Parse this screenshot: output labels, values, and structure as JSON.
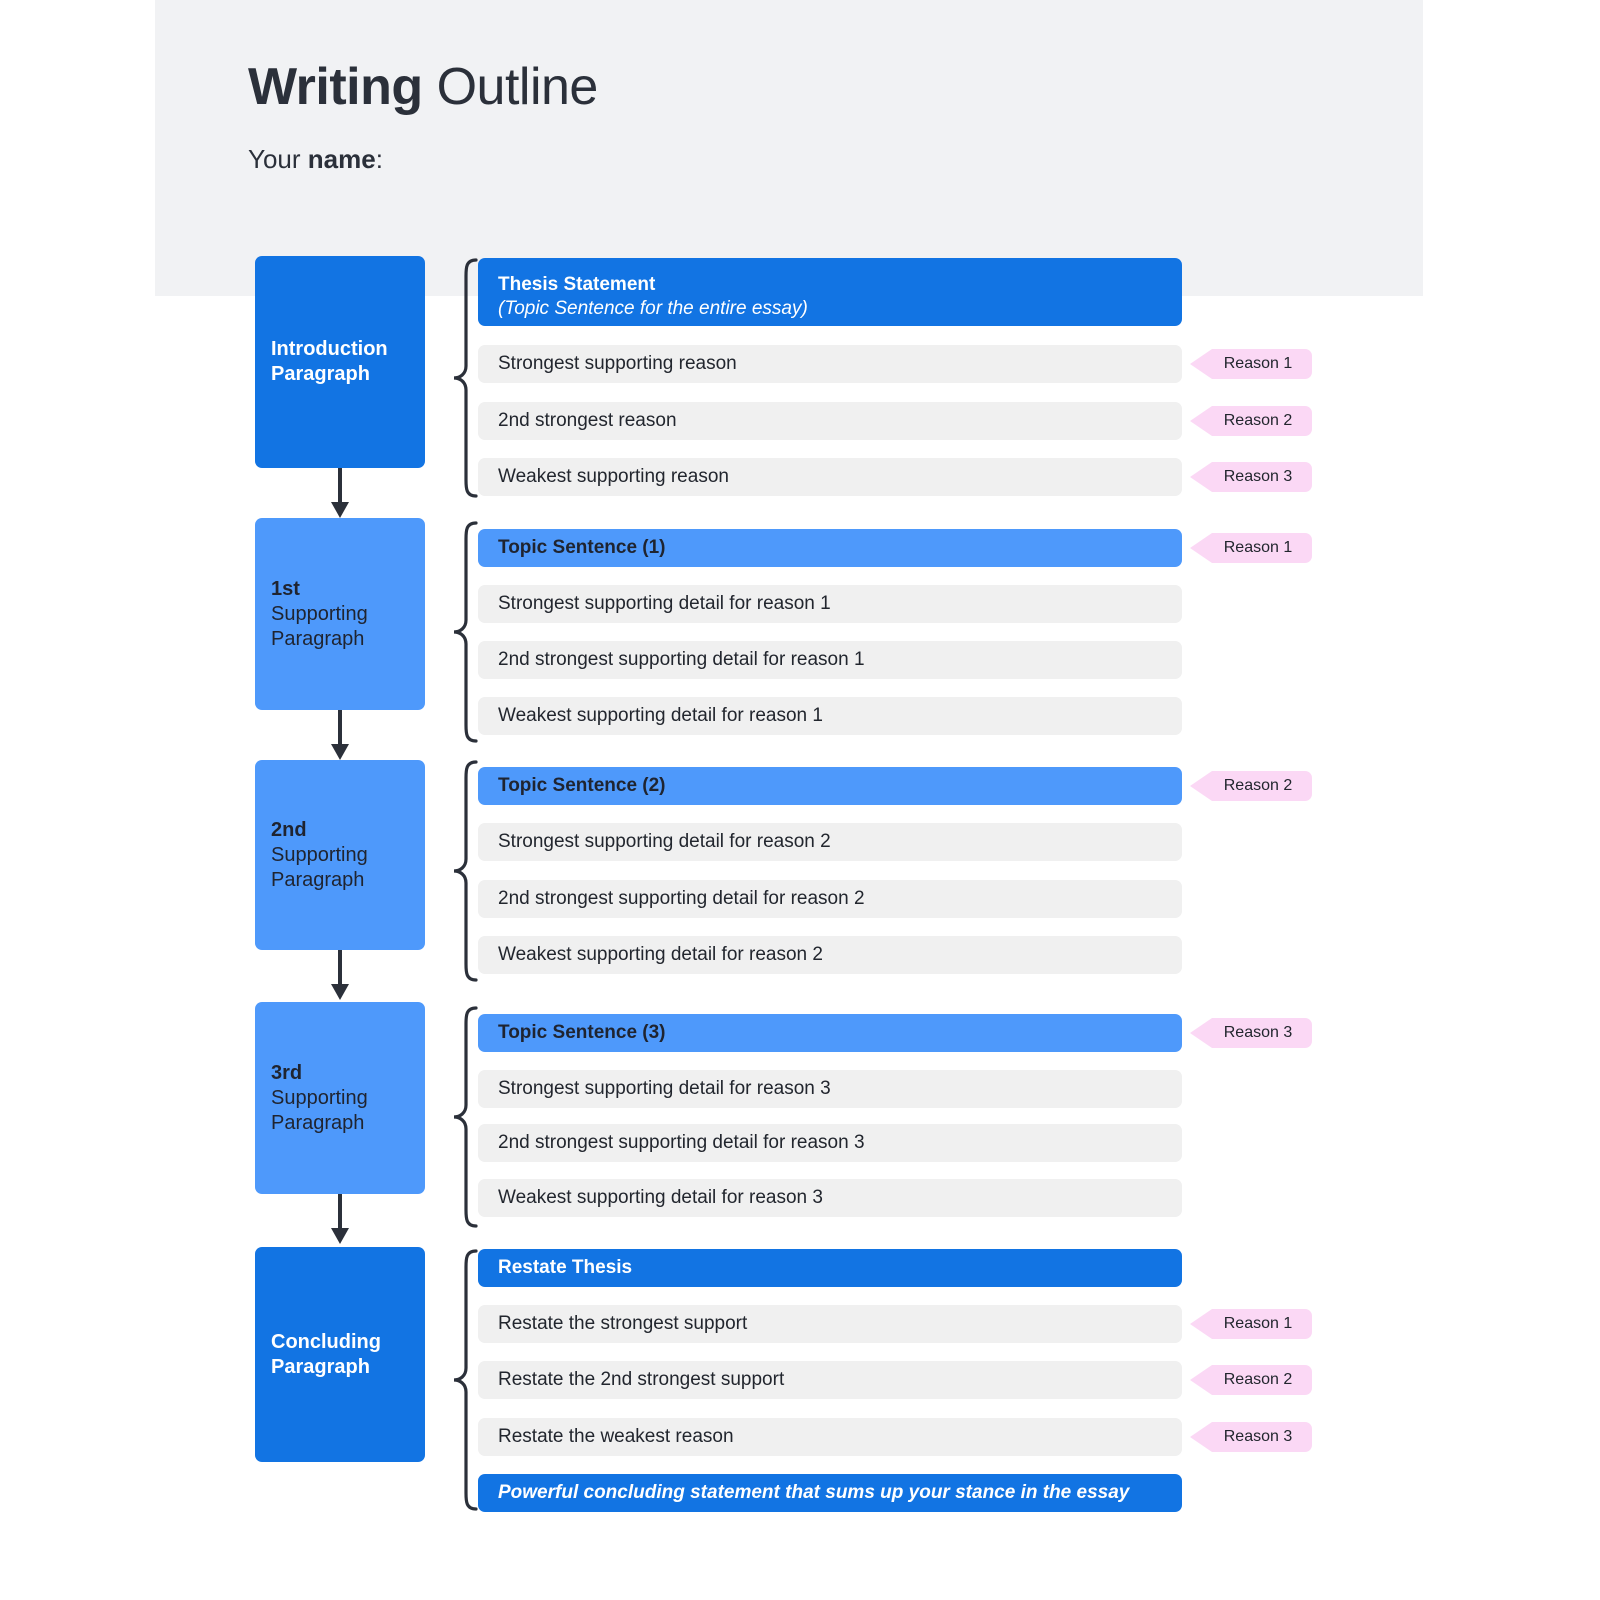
{
  "header": {
    "title_strong": "Writing",
    "title_light": " Outline",
    "name_prefix": "Your ",
    "name_strong": "name",
    "name_suffix": ":"
  },
  "sections": [
    {
      "stage_line1": "Introduction",
      "stage_line2": "Paragraph",
      "bar_title": "Thesis Statement",
      "bar_sub": "(Topic Sentence for the entire essay)",
      "rows": [
        "Strongest supporting reason",
        "2nd strongest reason",
        "Weakest supporting reason"
      ],
      "tags": [
        "Reason 1",
        "Reason 2",
        "Reason 3"
      ]
    },
    {
      "stage_line1": "1st",
      "stage_line2": "Supporting",
      "stage_line3": "Paragraph",
      "bar_title": "Topic Sentence (1)",
      "bar_tag": "Reason 1",
      "rows": [
        "Strongest supporting detail for reason 1",
        "2nd strongest supporting detail for reason 1",
        "Weakest supporting detail for reason 1"
      ]
    },
    {
      "stage_line1": "2nd",
      "stage_line2": "Supporting",
      "stage_line3": "Paragraph",
      "bar_title": "Topic Sentence (2)",
      "bar_tag": "Reason 2",
      "rows": [
        "Strongest supporting detail for reason 2",
        "2nd strongest supporting detail for reason 2",
        "Weakest supporting detail for reason 2"
      ]
    },
    {
      "stage_line1": "3rd",
      "stage_line2": "Supporting",
      "stage_line3": "Paragraph",
      "bar_title": "Topic Sentence (3)",
      "bar_tag": "Reason 3",
      "rows": [
        "Strongest supporting detail for reason 3",
        "2nd strongest supporting detail for reason 3",
        "Weakest supporting detail for reason 3"
      ]
    },
    {
      "stage_line1": "Concluding",
      "stage_line2": "Paragraph",
      "bar_title": "Restate Thesis",
      "rows": [
        "Restate the strongest support",
        "Restate the 2nd strongest support",
        "Restate the weakest reason"
      ],
      "tags": [
        "Reason 1",
        "Reason 2",
        "Reason 3"
      ],
      "footer_bar": "Powerful concluding statement that sums up your stance in the essay"
    }
  ],
  "colors": {
    "blue_dark": "#1274e3",
    "blue_light": "#4e99fb",
    "row_grey": "#f0f0f0",
    "tag_pink": "#fbd8f5",
    "header_band": "#f1f2f4",
    "text_dark": "#22262e"
  }
}
